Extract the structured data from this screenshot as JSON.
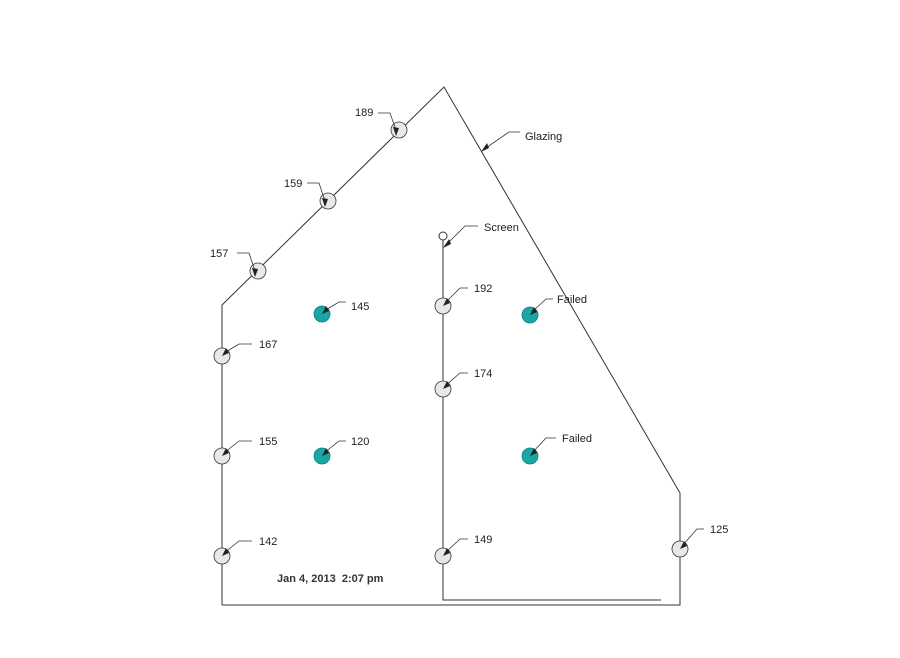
{
  "colors": {
    "outline": "#333333",
    "point_fill": "#e8e8e8",
    "measured_fill": "#1aa6a6",
    "measured_stroke": "#0b7d7d"
  },
  "callouts": {
    "glazing": "Glazing",
    "screen": "Screen"
  },
  "points": {
    "edge_189": "189",
    "edge_159": "159",
    "edge_157": "157",
    "left_167": "167",
    "left_155": "155",
    "left_142": "142",
    "inner_145": "145",
    "inner_120": "120",
    "screen_192": "192",
    "screen_174": "174",
    "screen_149": "149",
    "right_failed_top": "Failed",
    "right_failed_bottom": "Failed",
    "corner_125": "125"
  },
  "timestamp": "Jan 4, 2013  2:07 pm"
}
